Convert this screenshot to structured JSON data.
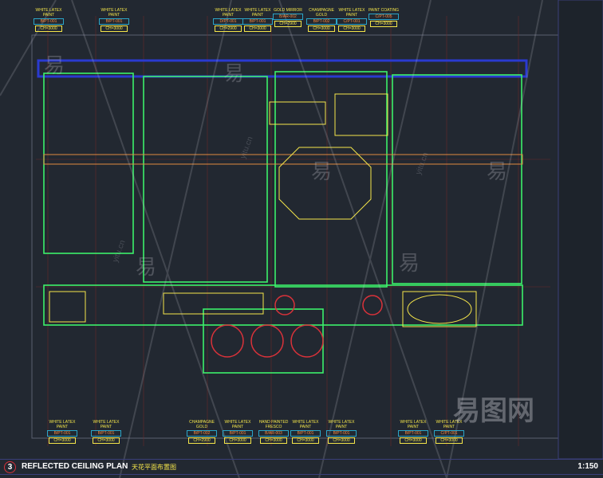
{
  "drawing": {
    "number": "3",
    "title": "REFLECTED CEILING PLAN",
    "title_cn": "天花平面布置图",
    "scale": "1:150"
  },
  "tags_top": [
    {
      "name": "WHITE LATEX PAINT",
      "code": "B/PT-001",
      "ch": "CH=3000"
    },
    {
      "name": "WHITE LATEX PAINT",
      "code": "B/PT-001",
      "ch": "CH=3000"
    },
    {
      "name": "WHITE LATEX PAINT",
      "code": "D/PT-001",
      "ch": "CH=2900"
    },
    {
      "name": "WHITE LATEX PAINT",
      "code": "B/PT-001",
      "ch": "CH=3000"
    },
    {
      "name": "GOLD MIRROR",
      "code": "B/AR-002",
      "ch": "CH=2900"
    },
    {
      "name": "CHAMPAGNE GOLD",
      "code": "B/PT-002",
      "ch": "CH=3000"
    },
    {
      "name": "WHITE LATEX PAINT",
      "code": "C/PT-001",
      "ch": "CH=3000"
    },
    {
      "name": "PAINT COATING",
      "code": "C/PT-005",
      "ch": "CH=3000"
    }
  ],
  "tags_bottom": [
    {
      "name": "WHITE LATEX PAINT",
      "code": "B/PT-001",
      "ch": "CH=3000"
    },
    {
      "name": "WHITE LATEX PAINT",
      "code": "B/PT-001",
      "ch": "CH=3000"
    },
    {
      "name": "CHAMPAGNE GOLD",
      "code": "B/PT-002",
      "ch": "CH=2900"
    },
    {
      "name": "WHITE LATEX PAINT",
      "code": "B/PT-001",
      "ch": "CH=3000"
    },
    {
      "name": "HAND PAINTED FRESCO",
      "code": "B/AR-003",
      "ch": "CH=3000"
    },
    {
      "name": "WHITE LATEX PAINT",
      "code": "B/PT-001",
      "ch": "CH=3000"
    },
    {
      "name": "WHITE LATEX PAINT",
      "code": "B/PT-001",
      "ch": "CH=3000"
    },
    {
      "name": "WHITE LATEX PAINT",
      "code": "B/PT-001",
      "ch": "CH=3000"
    },
    {
      "name": "WHITE LATEX PAINT",
      "code": "C/PT-001",
      "ch": "CH=3000"
    }
  ],
  "watermark": {
    "char": "易",
    "url": "yitu.cn",
    "brand": "易图网"
  },
  "colors": {
    "background": "#222831",
    "wall": "#3cf06a",
    "accent": "#f5e64a",
    "line": "#d9323a",
    "blue": "#2a3ad0"
  }
}
